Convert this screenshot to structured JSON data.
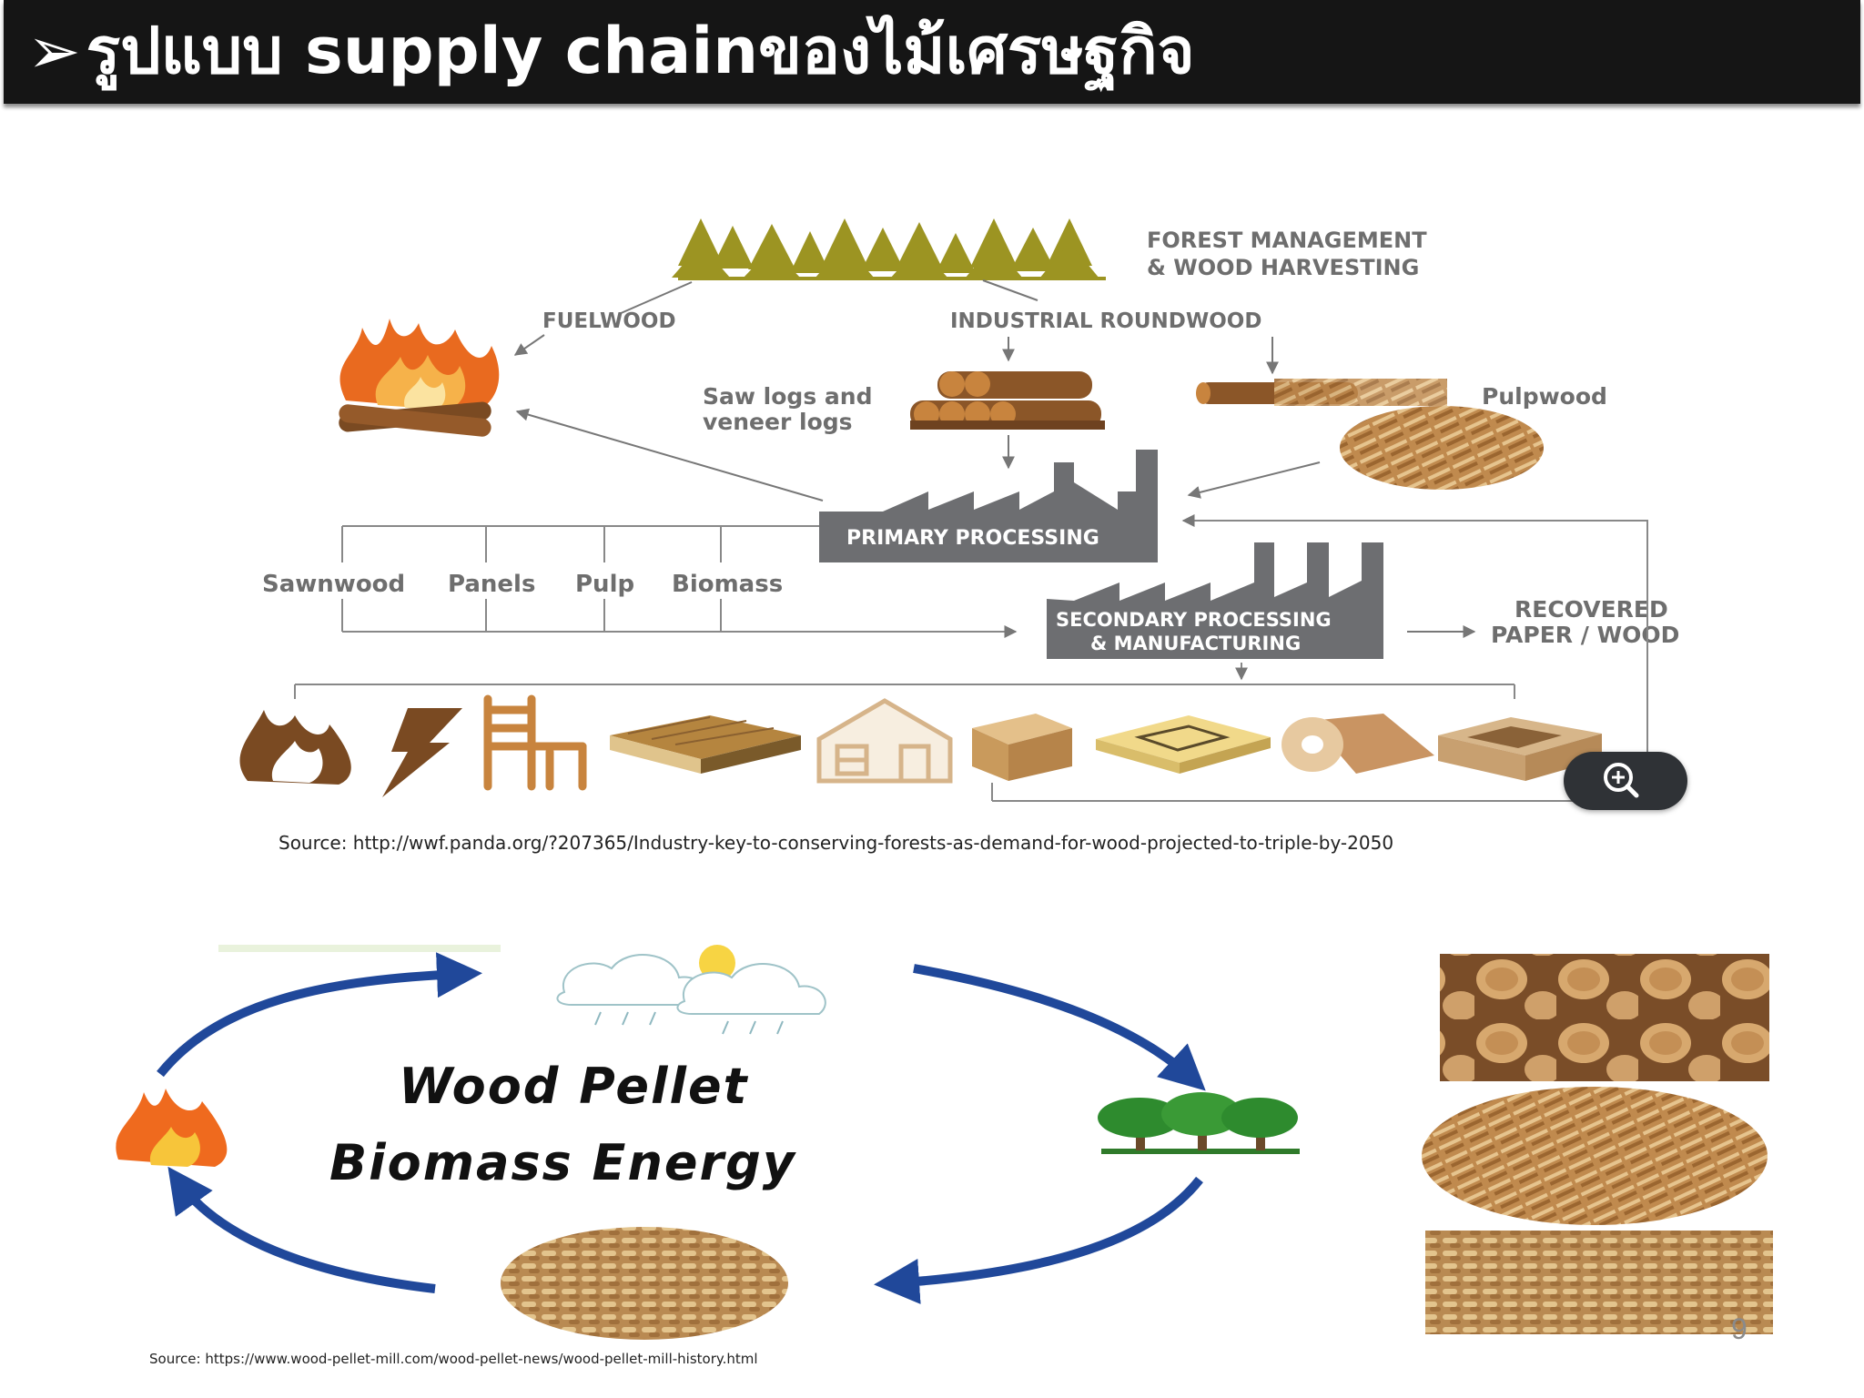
{
  "slide": {
    "title_arrow": "➢",
    "title": "รูปแบบ supply chainของไม้เศรษฐกิจ",
    "page_number": "9"
  },
  "supply_chain": {
    "forest_label_line1": "FOREST MANAGEMENT",
    "forest_label_line2": "& WOOD HARVESTING",
    "fuelwood": "FUELWOOD",
    "industrial_roundwood": "INDUSTRIAL ROUNDWOOD",
    "saw_logs_line1": "Saw logs and",
    "saw_logs_line2": "veneer logs",
    "pulpwood": "Pulpwood",
    "primary_processing": "PRIMARY PROCESSING",
    "products": [
      "Sawnwood",
      "Panels",
      "Pulp",
      "Biomass"
    ],
    "secondary_line1": "SECONDARY PROCESSING",
    "secondary_line2": "& MANUFACTURING",
    "recovered_line1": "RECOVERED",
    "recovered_line2": "PAPER / WOOD",
    "source": "Source: http://wwf.panda.org/?207365/Industry-key-to-conserving-forests-as-demand-for-wood-projected-to-triple-by-2050",
    "end_products": [
      "fire-icon",
      "energy-icon",
      "chair-icon",
      "plywood-icon",
      "house-icon",
      "carton-icon",
      "paper-sheet-icon",
      "paper-roll-icon",
      "box-icon"
    ]
  },
  "pellet": {
    "title_line1": "Wood Pellet",
    "title_line2": "Biomass Energy",
    "source": "Source: https://www.wood-pellet-mill.com/wood-pellet-news/wood-pellet-mill-history.html"
  },
  "colors": {
    "title_bar": "#151515",
    "tree": "#9c9422",
    "factory": "#6d6e71",
    "cycle_arrow": "#20489a",
    "wood": "#a86a32"
  }
}
